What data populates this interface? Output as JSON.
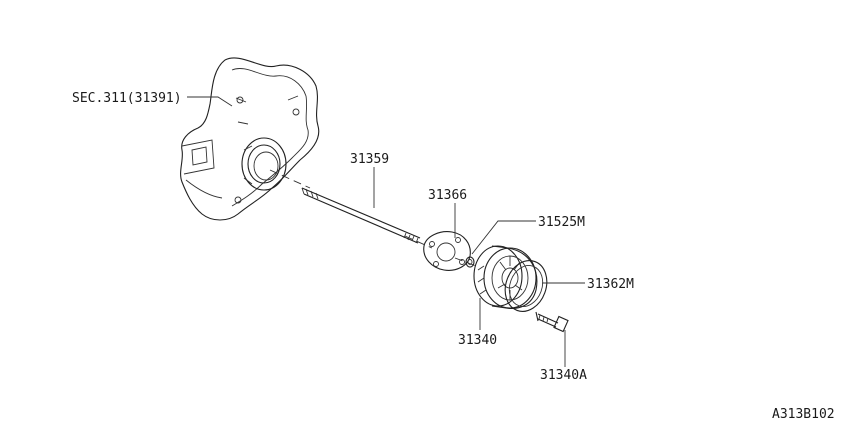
{
  "labels": {
    "sec_ref": "SEC.311(31391)",
    "shaft": "31359",
    "gasket": "31366",
    "ring": "31525M",
    "seal": "31362M",
    "pump": "31340",
    "bolt": "31340A"
  },
  "diagram_code": "A313B102",
  "line_color": "#222222",
  "background": "#ffffff"
}
